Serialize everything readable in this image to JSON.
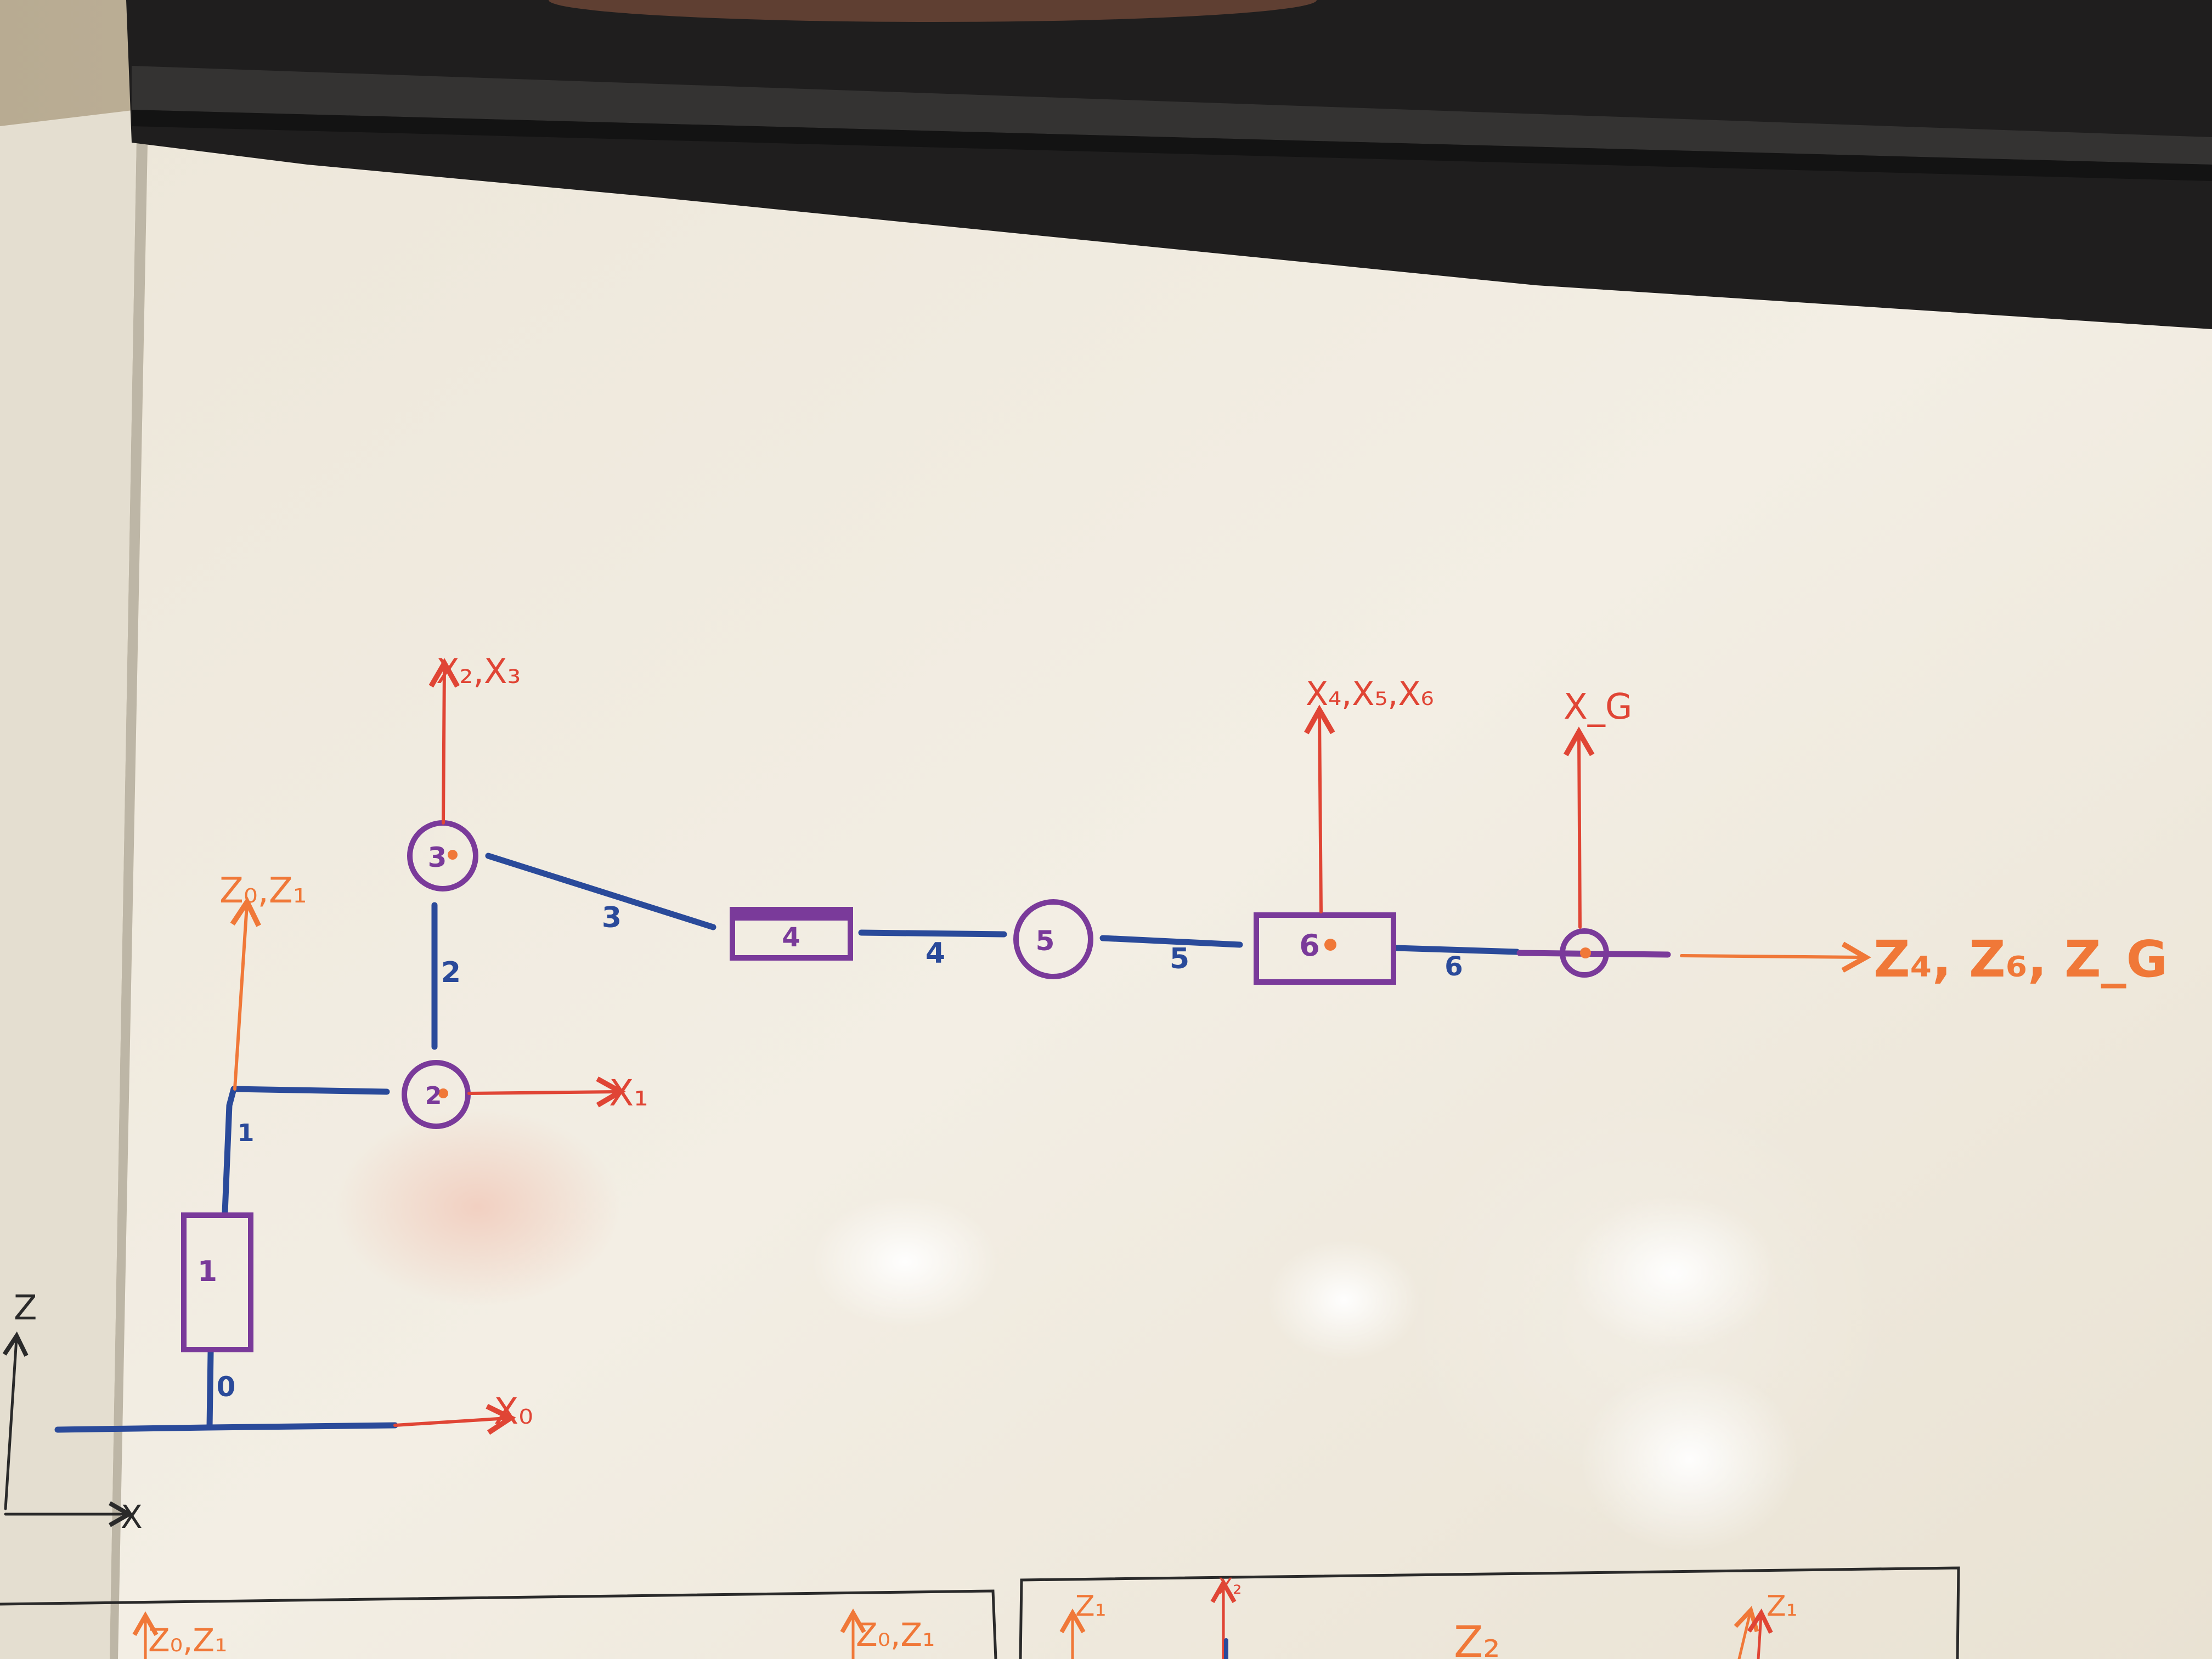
{
  "colors": {
    "link": "#2a4a9a",
    "joint": "#7a3a9a",
    "red_axis": "#e04535",
    "orange_axis": "#f07838",
    "black": "#2a2a2a",
    "board": "#f2ede2"
  },
  "labels": {
    "x2_x3": "X₂,X₃",
    "z0_z1": "Z₀,Z₁",
    "x1": "X₁",
    "x0": "X₀",
    "x4_x5_x6": "X₄,X₅,X₆",
    "xg": "X_G",
    "z4_z6_zg": "Z₄, Z₆, Z_G",
    "world_z": "Z",
    "world_x": "X"
  },
  "joints": {
    "j1": "1",
    "j2": "2",
    "j3": "3",
    "j4": "4",
    "j5": "5",
    "j6": "6"
  },
  "links": {
    "l0": "0",
    "l1": "1",
    "l2": "2",
    "l3": "3",
    "l4": "4",
    "l5": "5",
    "l6": "6"
  },
  "bottom_partial": {
    "left_label_a": "Z₀,Z₁",
    "left_label_b": "Z₀,Z₁",
    "right_label_a": "Z₁",
    "right_label_b": "X₂",
    "right_label_c": "Z₂",
    "right_label_d": "Z₁"
  }
}
